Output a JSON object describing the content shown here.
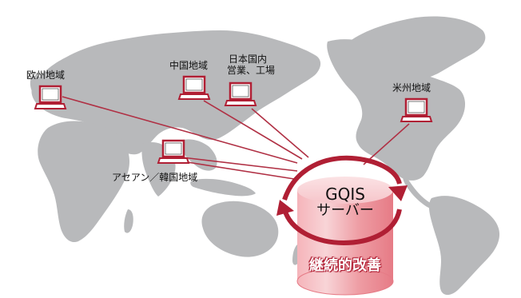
{
  "regions": {
    "europe": "欧州地域",
    "china": "中国地域",
    "japan_line1": "日本国内",
    "japan_line2": "営業、工場",
    "americas": "米州地域",
    "asean": "アセアン／韓国地域"
  },
  "server": {
    "title": "GQIS",
    "subtitle": "サーバー"
  },
  "improvement_label": "継続的改善",
  "colors": {
    "map": "#b8b9bb",
    "line": "#b03044",
    "arrow": "#b01f34",
    "cylinder_top": "#f7c6c9",
    "cylinder_body": "#ef9aa1"
  },
  "icons": [
    "computer-icon",
    "cycle-arrow-icon",
    "database-icon"
  ]
}
